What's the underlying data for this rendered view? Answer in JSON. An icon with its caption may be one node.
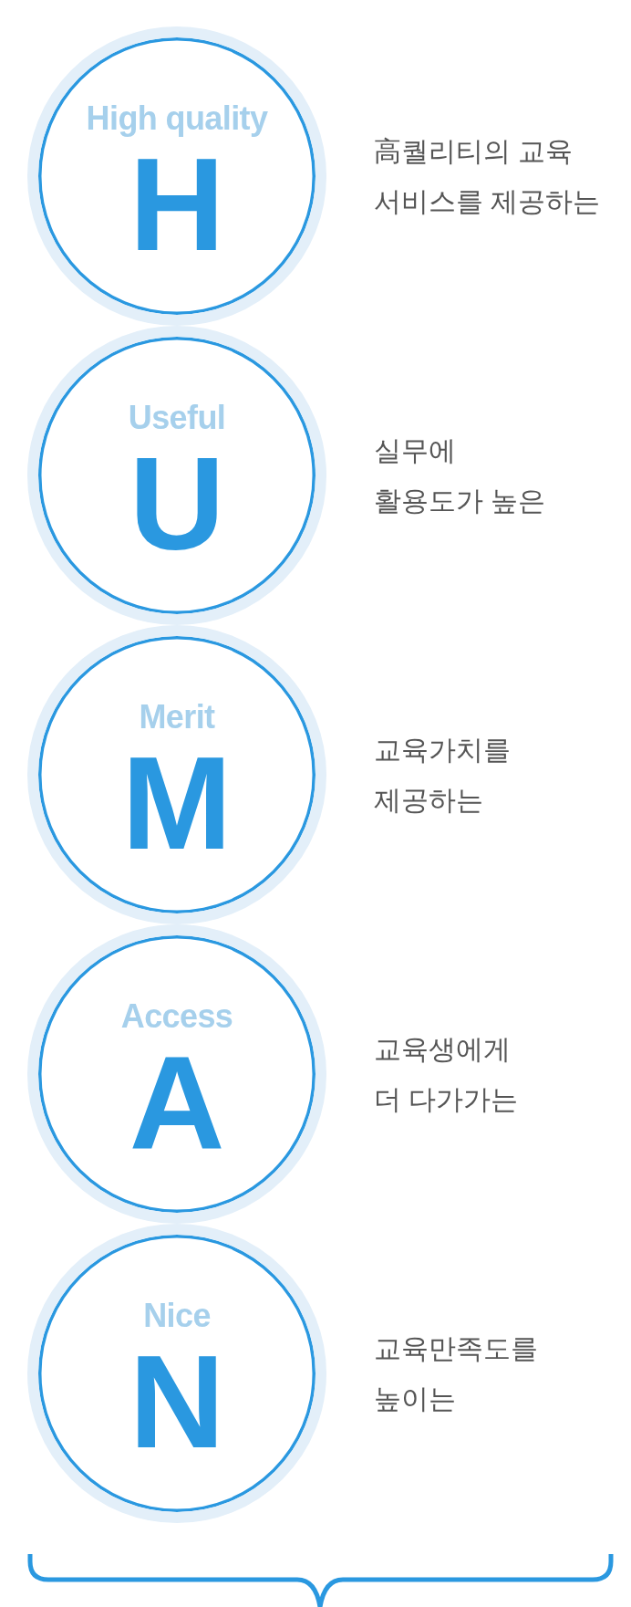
{
  "diagram": {
    "nodes": [
      {
        "text": [
          "High quality",
          "H"
        ],
        "beside": [
          "高퀄리티의 교육 서비스를 제공하는"
        ]
      },
      {
        "text": [
          "Useful",
          "U"
        ],
        "beside": [
          "실무에 활용도가 높은"
        ]
      },
      {
        "text": [
          "Merit",
          "M"
        ],
        "beside": [
          "교육가치를 제공하는"
        ]
      },
      {
        "text": [
          "Access",
          "A"
        ],
        "beside": [
          "교육생에게 더 다가가는"
        ]
      },
      {
        "text": [
          "Nice",
          "N"
        ],
        "beside": [
          "교육만족도를 높이는"
        ]
      }
    ]
  }
}
